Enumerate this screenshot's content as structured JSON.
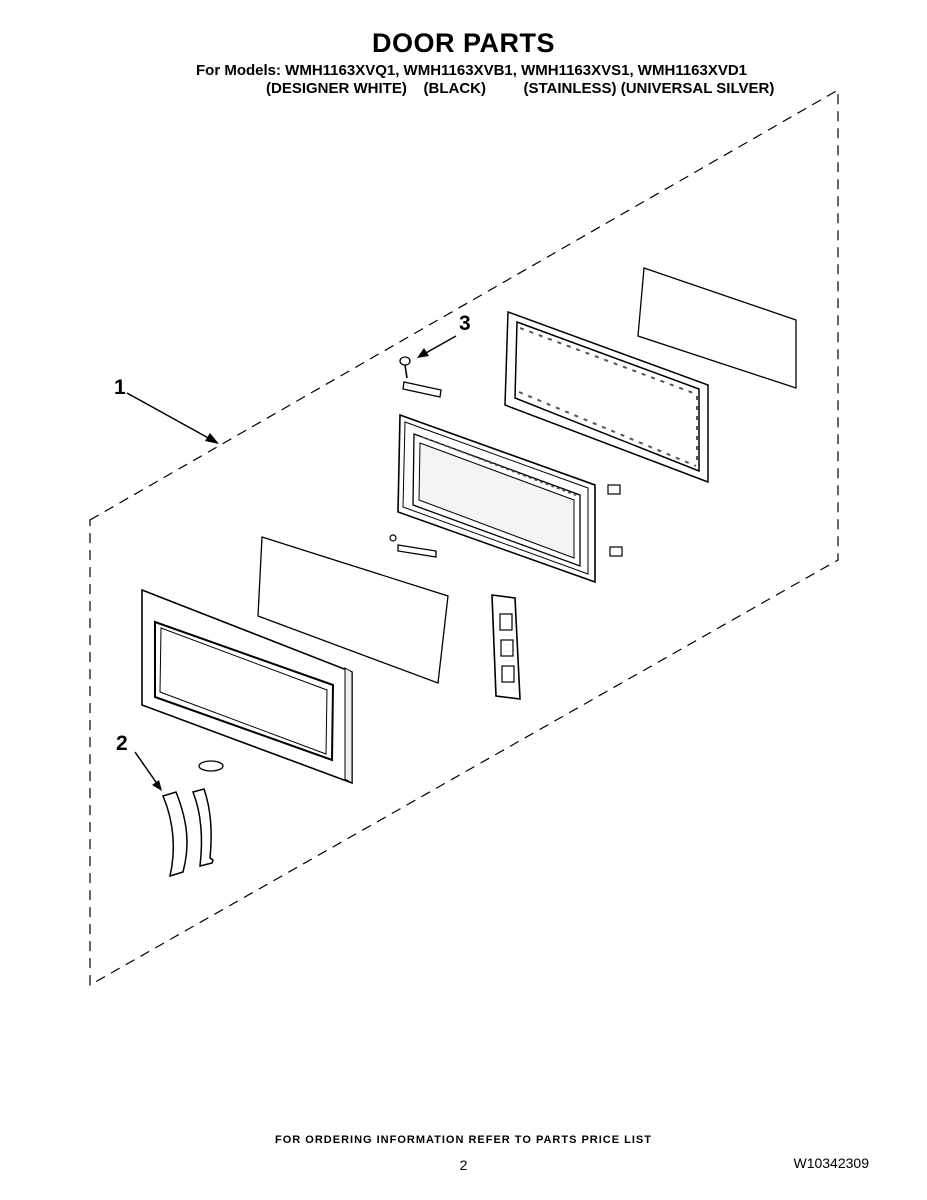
{
  "header": {
    "title": "DOOR PARTS",
    "models_line": "For Models: WMH1163XVQ1, WMH1163XVB1, WMH1163XVS1, WMH1163XVD1",
    "variants_line": "(DESIGNER WHITE)    (BLACK)         (STAINLESS) (UNIVERSAL SILVER)"
  },
  "callouts": {
    "door_assembly": "1",
    "handle": "2",
    "latch_part": "3"
  },
  "footer": {
    "ordering_note": "FOR ORDERING INFORMATION REFER TO PARTS PRICE LIST",
    "page_number": "2",
    "document_number": "W10342309"
  }
}
